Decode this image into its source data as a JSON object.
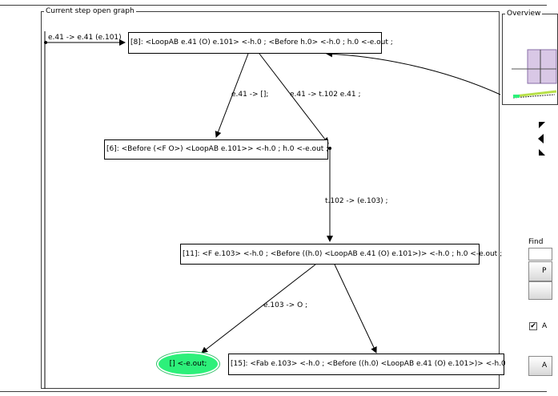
{
  "graph_panel": {
    "title": "Current step open graph"
  },
  "overview_panel": {
    "title": "Overview"
  },
  "nodes": {
    "n8": "[8]: <LoopAB e.41 (O) e.101> <-h.0 ; <Before h.0> <-h.0 ; h.0 <-e.out ;",
    "n6": "[6]: <Before (<F O>) <LoopAB e.101>> <-h.0 ; h.0 <-e.out ;",
    "n11": "[11]: <F e.103> <-h.0 ; <Before ((h.0) <LoopAB e.41 (O) e.101>)> <-h.0 ; h.0 <-e.out ;",
    "n15": "[15]: <Fab e.103> <-h.0 ; <Before ((h.0) <LoopAB e.41 (O) e.101>)> <-h.0",
    "final": "[] <-e.out;"
  },
  "edge_labels": {
    "loop": "e.41 -> e.41 (e.101)",
    "to6": "e.41 -> [];",
    "to11": "e.41 -> t.102 e.41 ;",
    "t102": "t.102 -> (e.103) ;",
    "e103": "e.103 -> O ;"
  },
  "right_panel": {
    "find_label": "Find",
    "button_1": "P",
    "checkbox_label": "A",
    "checkbox_checked": "✔",
    "button_2": "A"
  },
  "colors": {
    "final_node": "#2df07a"
  }
}
